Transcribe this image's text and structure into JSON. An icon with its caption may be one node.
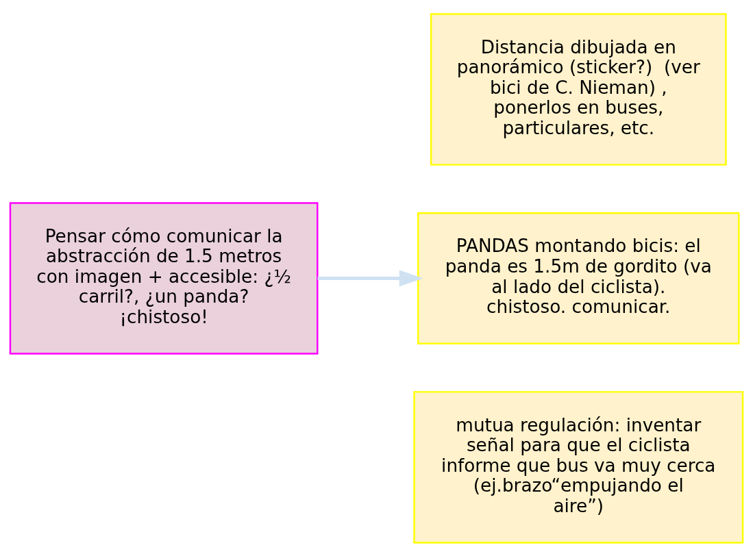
{
  "diagram": {
    "nodes": [
      {
        "text": [
          "Pensar cómo comunicar la abstracción de 1.5 metros con imagen + accesible: ¿½ carril?, ¿un panda? ¡chistoso!"
        ]
      },
      {
        "text": [
          "Distancia dibujada en panorámico (sticker?)  (ver bici de C. Nieman) , ponerlos en buses, particulares, etc."
        ]
      },
      {
        "text": [
          "PANDAS montando bicis: el panda es 1.5m de gordito (va al lado del ciclista). chistoso. comunicar."
        ]
      },
      {
        "text": [
          "mutua regulación: inventar señal para que el ciclista informe que bus va muy cerca (ej.brazo“empujando el aire”)"
        ]
      }
    ],
    "edges": [
      {
        "from": 0,
        "to": 2,
        "arrow": "to",
        "color": "#cfe2f3"
      }
    ]
  }
}
